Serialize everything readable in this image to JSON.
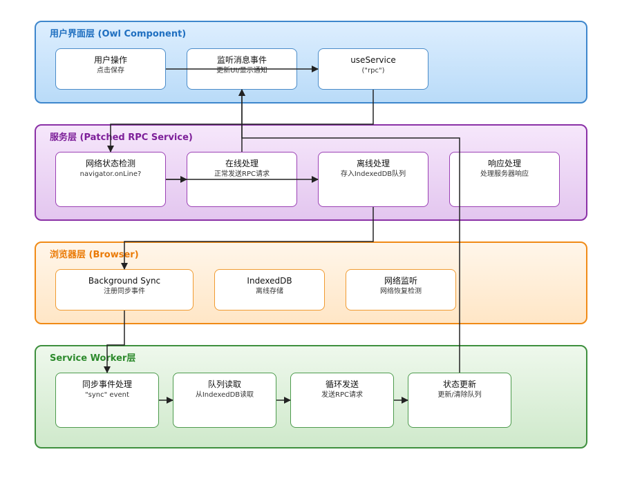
{
  "layers": {
    "ui": {
      "title": "用户界面层 (Owl Component)",
      "nodes": [
        {
          "title": "用户操作",
          "sub": "点击保存"
        },
        {
          "title": "监听消息事件",
          "sub": "更新UI/显示通知"
        },
        {
          "title": "useService",
          "sub": "(\"rpc\")"
        }
      ]
    },
    "service": {
      "title": "服务层 (Patched RPC Service)",
      "nodes": [
        {
          "title": "网络状态检测",
          "sub": "navigator.onLine?"
        },
        {
          "title": "在线处理",
          "sub": "正常发送RPC请求"
        },
        {
          "title": "离线处理",
          "sub": "存入IndexedDB队列"
        },
        {
          "title": "响应处理",
          "sub": "处理服务器响应"
        }
      ]
    },
    "browser": {
      "title": "浏览器层 (Browser)",
      "nodes": [
        {
          "title": "Background Sync",
          "sub": "注册同步事件"
        },
        {
          "title": "IndexedDB",
          "sub": "离线存储"
        },
        {
          "title": "网络监听",
          "sub": "网络恢复检测"
        }
      ]
    },
    "worker": {
      "title": "Service Worker层",
      "nodes": [
        {
          "title": "同步事件处理",
          "sub": "\"sync\" event"
        },
        {
          "title": "队列读取",
          "sub": "从IndexedDB读取"
        },
        {
          "title": "循环发送",
          "sub": "发送RPC请求"
        },
        {
          "title": "状态更新",
          "sub": "更新/清除队列"
        }
      ]
    }
  },
  "colors": {
    "ui": "#3d86cc",
    "service": "#8a30a6",
    "browser": "#f08a16",
    "worker": "#3d8f3d",
    "arrow": "#222222"
  }
}
